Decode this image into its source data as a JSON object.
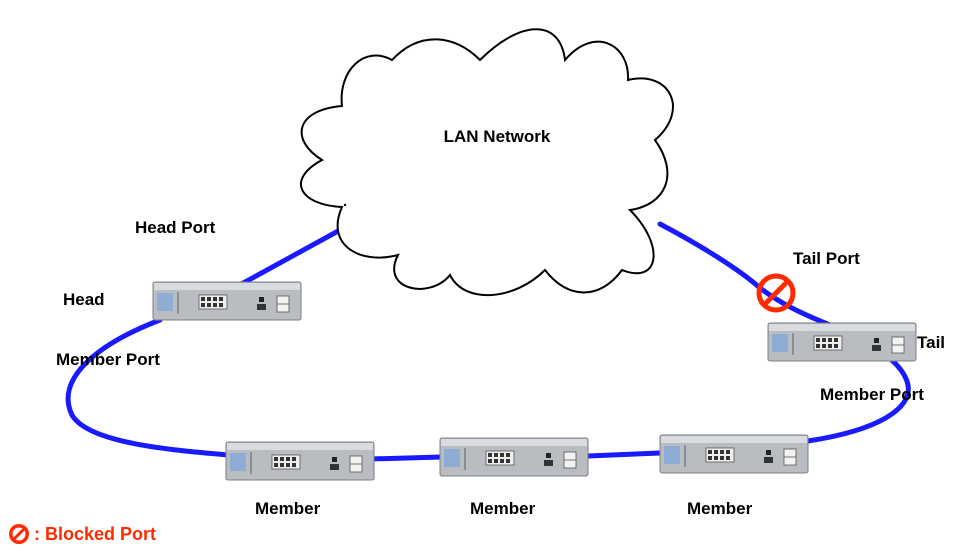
{
  "diagram": {
    "cloud_label": "LAN Network",
    "labels": {
      "head_port": "Head Port",
      "head": "Head",
      "member_port_left": "Member Port",
      "tail_port": "Tail Port",
      "tail": "Tail",
      "member_port_right": "Member Port",
      "member_1": "Member",
      "member_2": "Member",
      "member_3": "Member"
    },
    "legend": {
      "text": ": Blocked Port"
    },
    "colors": {
      "link": "#1a1aff",
      "blocked": "#ff2a00",
      "legend_text": "#ff2a00"
    },
    "icons": {
      "switch": "network-switch-icon",
      "blocked": "blocked-port-icon"
    }
  }
}
